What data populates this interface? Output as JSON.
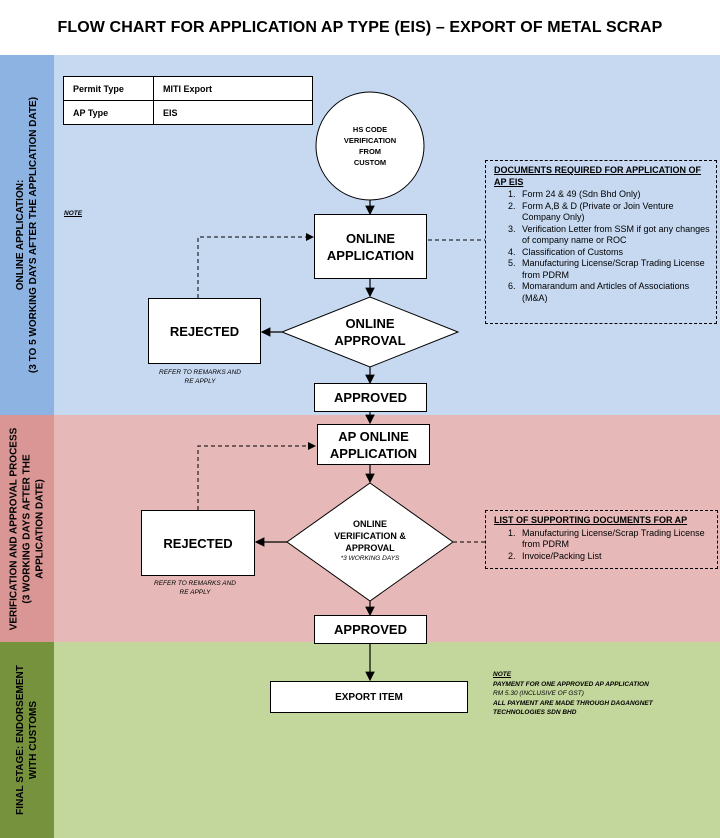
{
  "title": "FLOW CHART FOR APPLICATION AP TYPE (EIS) – EXPORT OF METAL SCRAP",
  "stages": [
    {
      "label_line1": "ONLINE APPLICATION:",
      "label_line2": "(3 TO 5 WORKING DAYS AFTER THE APPLICATION DATE)",
      "color": "#8db3e2",
      "body_color": "#c6d9f1"
    },
    {
      "label_line1": "VERIFICATION AND APPROVAL PROCESS",
      "label_line2": "(3 WORKING DAYS AFTER THE",
      "label_line3": "APPLICATION DATE)",
      "color": "#d99694",
      "body_color": "#e6b9b8"
    },
    {
      "label_line1": "FINAL STAGE: ENDORSEMENT",
      "label_line2": "WITH CUSTOMS",
      "color": "#76923c",
      "body_color": "#c3d69b"
    }
  ],
  "permit_table": {
    "rows": [
      {
        "key": "Permit Type",
        "value": "MITI Export"
      },
      {
        "key": "AP Type",
        "value": "EIS"
      }
    ]
  },
  "stage1": {
    "note": "NOTE",
    "hs_code_lines": [
      "HS CODE",
      "VERIFICATION",
      "FROM",
      "CUSTOM"
    ],
    "online_application": [
      "ONLINE",
      "APPLICATION"
    ],
    "online_approval": [
      "ONLINE",
      "APPROVAL"
    ],
    "rejected": "REJECTED",
    "refer": [
      "REFER TO REMARKS AND",
      "RE APPLY"
    ],
    "approved": "APPROVED",
    "documents": {
      "heading": "DOCUMENTS REQUIRED FOR APPLICATION OF AP EIS",
      "items": [
        "Form 24 & 49 (Sdn Bhd Only)",
        "Form A,B & D (Private or Join Venture Company Only)",
        "Verification Letter from SSM if got any changes of company name or ROC",
        "Classification of Customs",
        "Manufacturing License/Scrap Trading License from PDRM",
        "Momarandum and Articles of Associations (M&A)"
      ]
    }
  },
  "stage2": {
    "ap_online_application": [
      "AP ONLINE",
      "APPLICATION"
    ],
    "verification": [
      "ONLINE",
      "VERIFICATION &",
      "APPROVAL"
    ],
    "working_days": "*3 WORKING DAYS",
    "rejected": "REJECTED",
    "refer": [
      "REFER TO REMARKS AND",
      "RE APPLY"
    ],
    "approved": "APPROVED",
    "supporting": {
      "heading": "LIST OF SUPPORTING DOCUMENTS FOR AP",
      "items": [
        "Manufacturing License/Scrap Trading License from PDRM",
        "Invoice/Packing List"
      ]
    }
  },
  "stage3": {
    "export_item": "EXPORT ITEM",
    "note_heading": "NOTE",
    "note_lines": [
      "PAYMENT FOR ONE APPROVED AP APPLICATION",
      "RM 5.30 (INCLUSIVE OF GST)",
      "ALL PAYMENT ARE MADE THROUGH DAGANGNET",
      "TECHNOLOGIES  SDN BHD"
    ]
  }
}
